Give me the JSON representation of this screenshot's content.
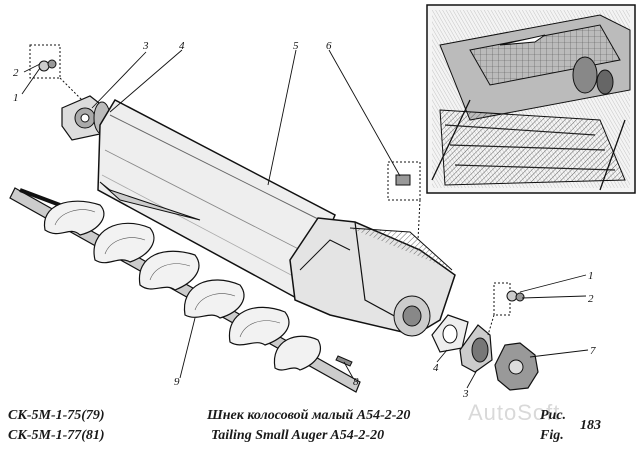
{
  "callouts": {
    "n1_left": "1",
    "n2_left": "2",
    "n3_top": "3",
    "n4_top": "4",
    "n5": "5",
    "n6": "6",
    "n1_right": "1",
    "n2_right": "2",
    "n7": "7",
    "n9": "9",
    "n8": "8",
    "n4_bottom": "4",
    "n3_bottom": "3"
  },
  "captions": {
    "model_line1": "СК-5М-1-75(79)",
    "model_line2": "СК-5М-1-77(81)",
    "title_ru": "Шнек колосовой малый А54-2-20",
    "title_en": "Tailing Small Auger A54-2-20",
    "fig_ru": "Рис.",
    "fig_en": "Fig.",
    "fig_number": "183"
  },
  "watermark": "AutoSoft"
}
